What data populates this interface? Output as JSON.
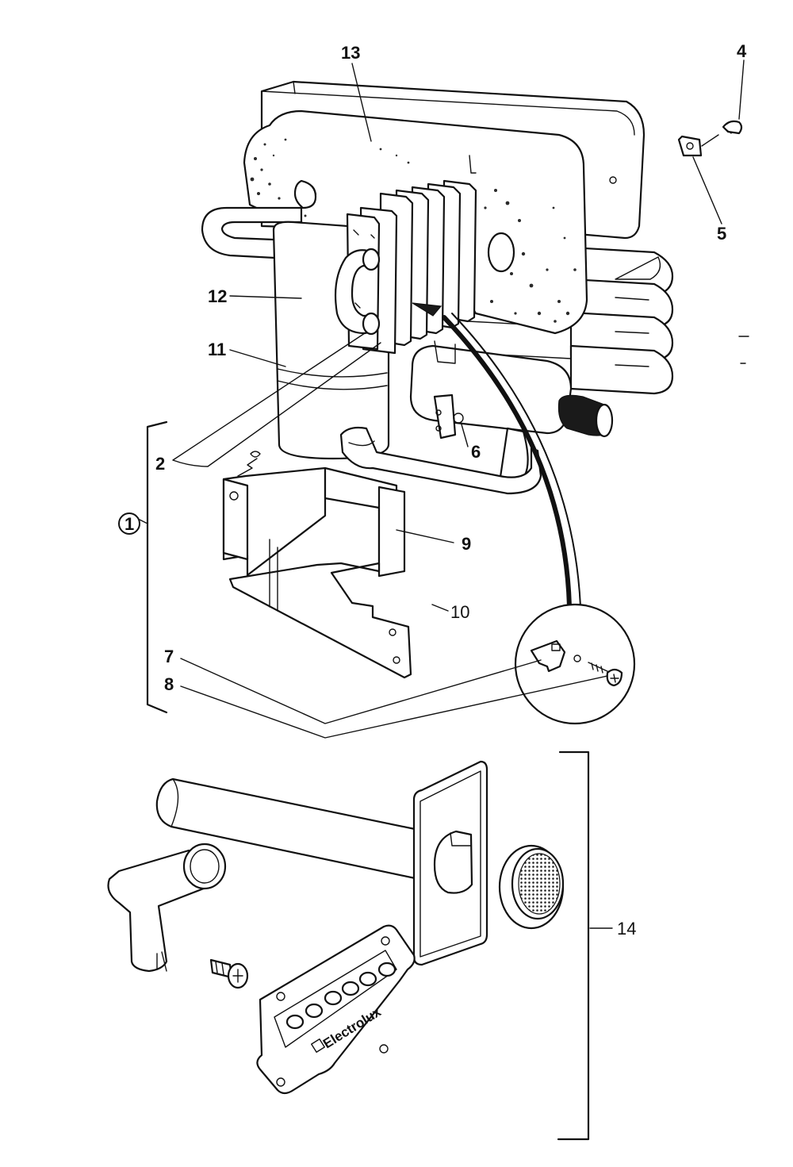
{
  "callouts": [
    {
      "id": "13",
      "text": "13"
    },
    {
      "id": "4",
      "text": "4"
    },
    {
      "id": "5",
      "text": "5"
    },
    {
      "id": "12",
      "text": "12"
    },
    {
      "id": "11",
      "text": "11"
    },
    {
      "id": "2",
      "text": "2"
    },
    {
      "id": "6",
      "text": "6"
    },
    {
      "id": "1",
      "text": "1"
    },
    {
      "id": "9",
      "text": "9"
    },
    {
      "id": "10",
      "text": "10"
    },
    {
      "id": "7",
      "text": "7"
    },
    {
      "id": "8",
      "text": "8"
    },
    {
      "id": "14",
      "text": "14"
    }
  ],
  "logo": {
    "text": "Electrolux"
  }
}
